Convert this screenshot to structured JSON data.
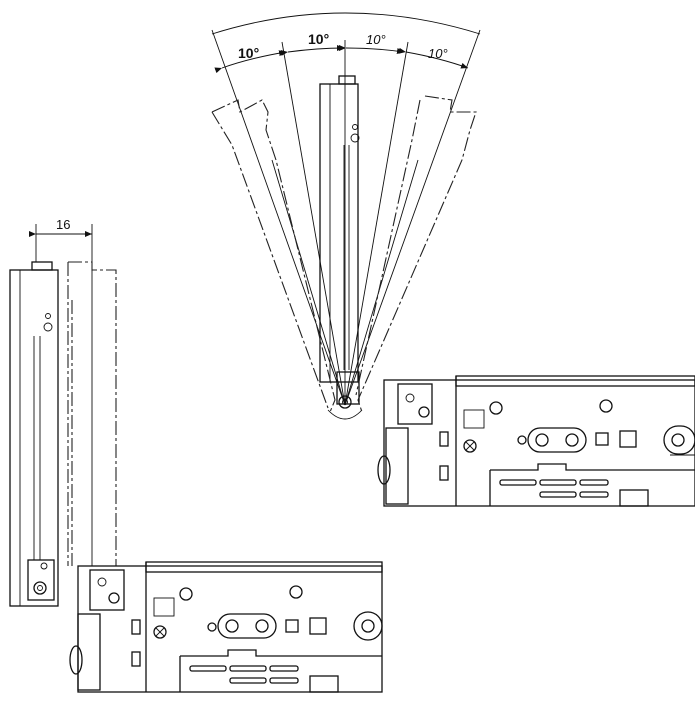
{
  "labels": {
    "angle_1": "10°",
    "angle_2": "10°",
    "angle_3": "10°",
    "angle_4": "10°",
    "offset": "16"
  },
  "colors": {
    "ink": "#111111",
    "background": "#ffffff"
  }
}
